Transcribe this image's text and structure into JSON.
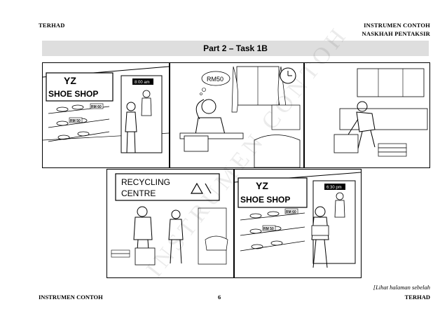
{
  "header": {
    "left": "TERHAD",
    "right_line1": "INSTRUMEN CONTOH",
    "right_line2": "NASKHAH PENTAKSIR"
  },
  "banner": {
    "title": "Part 2 – Task 1B"
  },
  "panels": {
    "p1": {
      "sign_line1": "YZ",
      "sign_line2": "SHOE  SHOP",
      "clock": "8:00 am",
      "price1": "RM 60",
      "price2": "RM 50"
    },
    "p2": {
      "thought": "RM50"
    },
    "p5": {
      "sign_line1": "YZ",
      "sign_line2": "SHOE  SHOP",
      "clock": "6:30 pm",
      "price1": "RM 60",
      "price2": "RM 50"
    },
    "p4": {
      "sign_line1": "RECYCLING",
      "sign_line2": "CENTRE"
    }
  },
  "watermark": {
    "text": "INSTRUMEN CONTOH"
  },
  "footer": {
    "left": "INSTRUMEN CONTOH",
    "page_number": "6",
    "right_line1": "[Lihat halaman sebelah",
    "right_line2": "TERHAD"
  }
}
